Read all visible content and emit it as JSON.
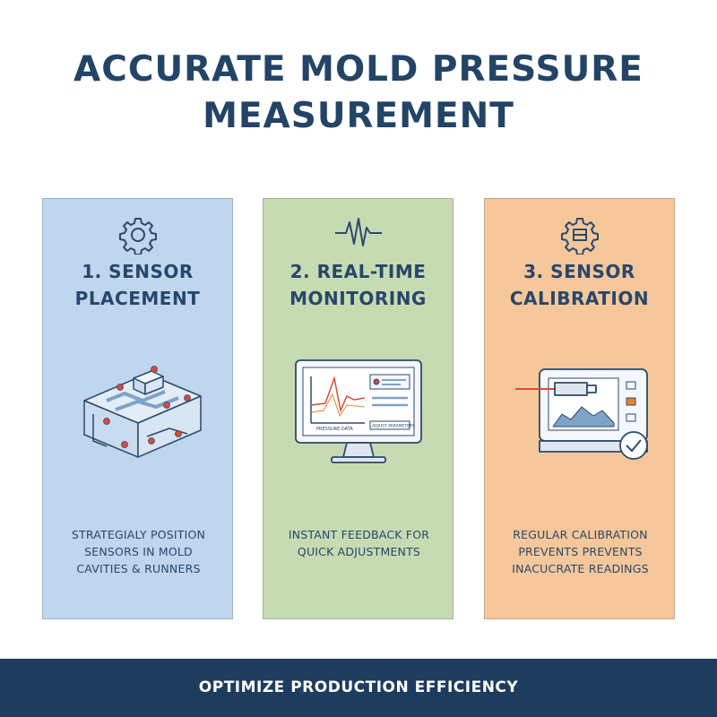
{
  "title": {
    "line1": "ACCURATE MOLD PRESSURE",
    "line2": "MEASUREMENT"
  },
  "cards": [
    {
      "title_line1": "1. SENSOR",
      "title_line2": "PLACEMENT",
      "icon": "gear-icon",
      "illustration": "mold-block-with-sensors",
      "desc_line1": "STRATEGIALY POSITION",
      "desc_line2": "SENSORS IN MOLD",
      "desc_line3": "CAVITIES & RUNNERS",
      "background": "#bfd6ee"
    },
    {
      "title_line1": "2. REAL-TIME",
      "title_line2": "MONITORING",
      "icon": "pulse-icon",
      "illustration": "monitor-with-pressure-graph",
      "screen_label_left": "PRESSURE DATA",
      "screen_label_right": "ADJUST PARAMETERS",
      "desc_line1": "INSTANT FEEDBACK FOR",
      "desc_line2": "QUICK ADJUSTMENTS",
      "desc_line3": "",
      "background": "#c7dbb2"
    },
    {
      "title_line1": "3. SENSOR",
      "title_line2": "CALIBRATION",
      "icon": "calibration-gear-icon",
      "illustration": "calibration-device-with-check",
      "desc_line1": "REGULAR CALIBRATION",
      "desc_line2": "PREVENTS PREVENTS",
      "desc_line3": "INACUCRATE READINGS",
      "background": "#f5c79b"
    }
  ],
  "footer": {
    "label": "OPTIMIZE PRODUCTION EFFICIENCY",
    "background": "#1d3c5e"
  },
  "colors": {
    "title": "#234466",
    "ink": "#27476a",
    "accent_red": "#d94a3a",
    "accent_orange": "#e8852e"
  }
}
